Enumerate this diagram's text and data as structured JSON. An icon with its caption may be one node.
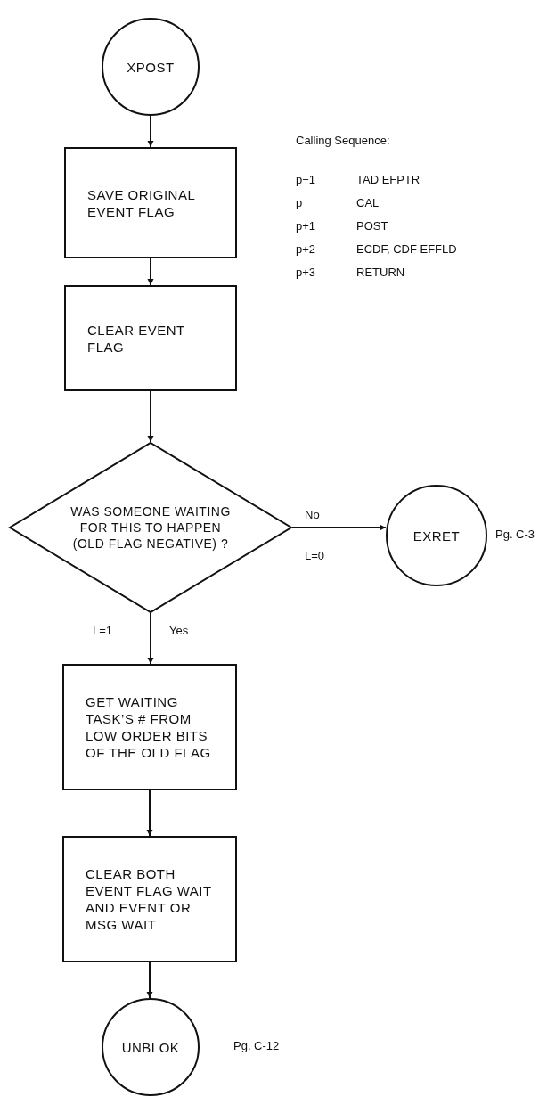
{
  "diagram": {
    "nodes": [
      {
        "text": [
          "XPOST"
        ]
      },
      {
        "text": [
          "SAVE ORIGINAL EVENT FLAG"
        ]
      },
      {
        "text": [
          "CLEAR EVENT FLAG"
        ]
      },
      {
        "text": [
          "WAS SOMEONE WAITING FOR THIS TO HAPPEN (OLD FLAG NEGATIVE) ?"
        ]
      },
      {
        "text": [
          "EXRET"
        ],
        "beside": [
          "Pg. C-3"
        ]
      },
      {
        "text": [
          "GET WAITING TASK’S # FROM LOW ORDER BITS OF THE OLD FLAG"
        ]
      },
      {
        "text": [
          "CLEAR BOTH EVENT FLAG WAIT AND EVENT OR MSG WAIT"
        ]
      },
      {
        "text": [
          "UNBLOK"
        ],
        "beside": [
          "Pg. C-12"
        ]
      }
    ],
    "edges": [
      {
        "from": 0,
        "to": 1,
        "arrow": "to"
      },
      {
        "from": 1,
        "to": 2,
        "arrow": "to"
      },
      {
        "from": 2,
        "to": 3,
        "arrow": "to"
      },
      {
        "from": 3,
        "to": 4,
        "arrow": "to",
        "label": "No"
      },
      {
        "from": 3,
        "to": 5,
        "arrow": "to",
        "label": "Yes"
      },
      {
        "from": 5,
        "to": 6,
        "arrow": "to"
      },
      {
        "from": 6,
        "to": 7,
        "arrow": "to"
      }
    ],
    "labels": [
      "Calling Sequence:",
      "p−1",
      "TAD EFPTR",
      "p",
      "CAL",
      "p+1",
      "POST",
      "p+2",
      "ECDF, CDF EFFLD",
      "p+3",
      "RETURN",
      "L=0",
      "L=1"
    ]
  }
}
